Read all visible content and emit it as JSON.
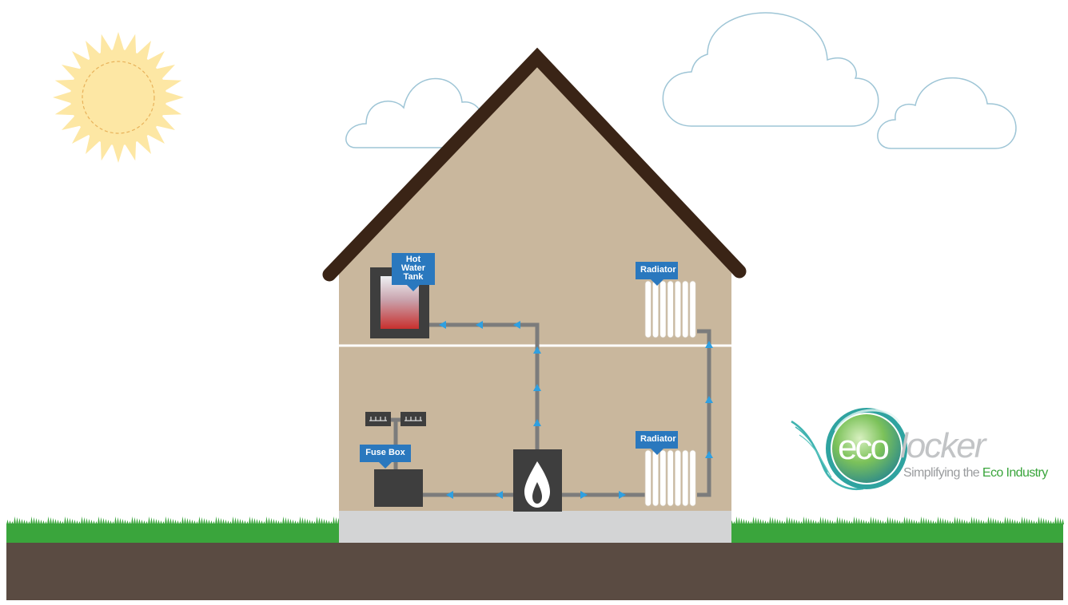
{
  "labels": {
    "hot_water_tank_line1": "Hot",
    "hot_water_tank_line2": "Water",
    "hot_water_tank_line3": "Tank",
    "radiator_upper": "Radiator",
    "radiator_lower": "Radiator",
    "fuse_box": "Fuse Box"
  },
  "logo": {
    "brand_part1": "eco",
    "brand_part2": "locker",
    "tagline_prefix": "Simplifying the ",
    "tagline_accent": "Eco Industry"
  },
  "colors": {
    "sky": "#ffffff",
    "sun": "#fde7a4",
    "cloud_outline": "#9ec5d6",
    "roof": "#3a2416",
    "wall": "#c9b79d",
    "foundation": "#d3d4d5",
    "grass": "#3aa53c",
    "soil": "#5a4b42",
    "pipe": "#7c7c7c",
    "flow_arrow": "#2f9fe0",
    "label_bg": "#2a78be",
    "boiler": "#3e3e3e",
    "logo_green": "#3aa53c"
  },
  "icons": [
    "sun-icon",
    "cloud-icon",
    "flame-icon",
    "radiator-icon",
    "water-tank-icon",
    "fuse-box-icon",
    "switch-icon"
  ]
}
